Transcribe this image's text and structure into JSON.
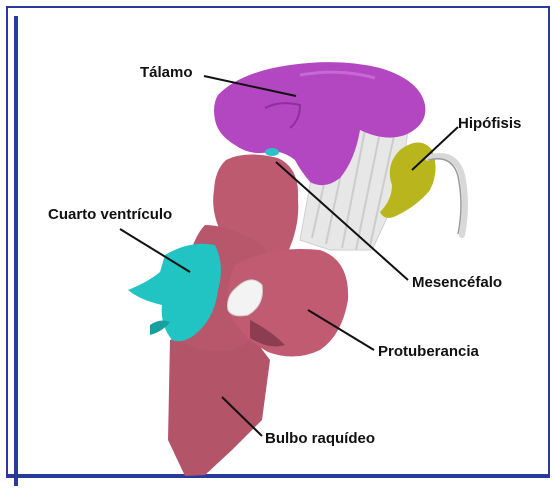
{
  "labels": {
    "talamo": "Tálamo",
    "hipofisis": "Hipófisis",
    "cuarto_ventriculo": "Cuarto ventrículo",
    "mesencefalo": "Mesencéfalo",
    "protuberancia": "Protuberancia",
    "bulbo_raquideo": "Bulbo raquídeo"
  },
  "colors": {
    "border": "#2a3a9a",
    "thalamus": "#b146c0",
    "pituitary": "#b7b31c",
    "ventricle": "#1ec4c4",
    "brainstem": "#b8566b",
    "midbrain_white": "#e9e9e9"
  }
}
